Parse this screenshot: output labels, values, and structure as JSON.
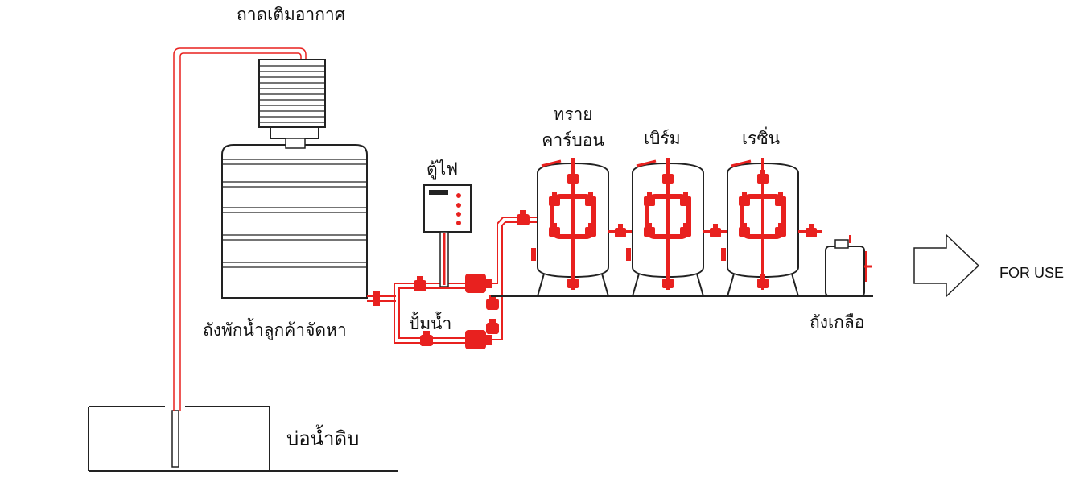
{
  "labels": {
    "aerator": "ถาดเติมอากาศ",
    "storage_tank": "ถังพักน้ำลูกค้าจัดหา",
    "control_box": "ตู้ไฟ",
    "pump": "ปั้มน้ำ",
    "sand_line1": "ทราย",
    "sand_line2": "คาร์บอน",
    "birm": "เบิร์ม",
    "resin": "เรซิ่น",
    "brine_tank": "ถังเกลือ",
    "raw_well": "บ่อน้ำดิบ",
    "for_use": "FOR USE"
  },
  "colors": {
    "pipe": "#e8211f",
    "pipe_light": "#f2a8a8",
    "outline": "#222222",
    "label": "#111111"
  }
}
